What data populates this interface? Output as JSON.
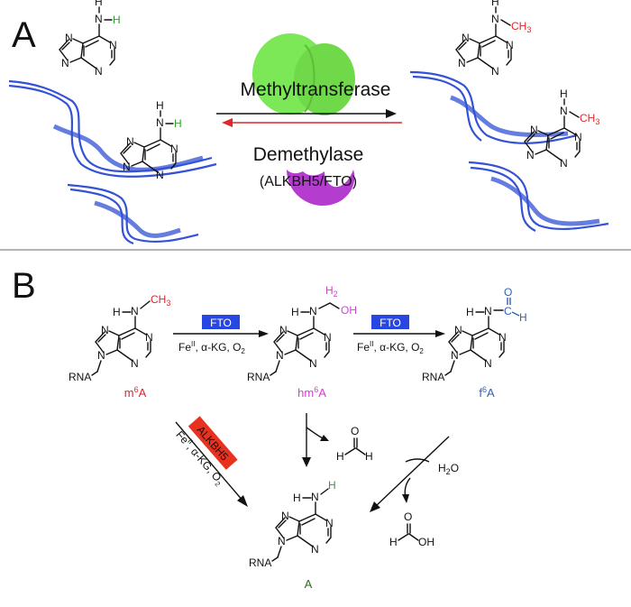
{
  "panels": {
    "a": {
      "letter": "A",
      "enzyme_forward": "Methyltransferase",
      "enzyme_reverse": "Demethylase",
      "enzyme_reverse_detail": "(ALKBH5/FTO)"
    },
    "b": {
      "letter": "B",
      "step1_enzyme": "FTO",
      "step2_enzyme": "FTO",
      "cofactor_text": "Fe",
      "cofactor_sup": "II",
      "cofactor_rest": ", α-KG, O",
      "cofactor_sub": "2",
      "alkbh5_label": "ALKBH5",
      "compounds": {
        "m6A": {
          "base": "m",
          "sup": "6",
          "tail": "A"
        },
        "hm6A": {
          "base": "hm",
          "sup": "6",
          "tail": "A"
        },
        "f6A": {
          "base": "f",
          "sup": "6",
          "tail": "A"
        },
        "A": {
          "label": "A"
        }
      },
      "water_label": "H",
      "water_sub": "2",
      "water_tail": "O",
      "rna_label": "RNA"
    }
  },
  "atoms": {
    "N": "N",
    "H": "H",
    "C": "C",
    "O": "O",
    "OH": "OH",
    "CH3": "CH",
    "sub3": "3",
    "H2": "H",
    "sub2": "2"
  },
  "colors": {
    "methyl_red": "#e0262b",
    "hydroxymethyl_magenta": "#cc44cc",
    "formyl_blue": "#3060c0",
    "amine_green": "#2f9e2f",
    "rna_blue": "#3352d6",
    "enzyme_green": "#7de857",
    "enzyme_magenta": "#b43ccf",
    "fto_box_blue": "#2747e0",
    "alkbh5_box_red": "#e8321f",
    "dark_green_label": "#2c6b1e"
  }
}
